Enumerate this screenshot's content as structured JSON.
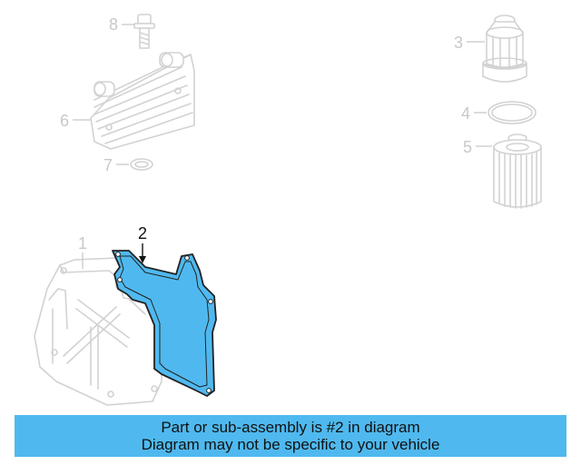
{
  "diagram": {
    "callouts": {
      "c1": "1",
      "c2": "2",
      "c3": "3",
      "c4": "4",
      "c5": "5",
      "c6": "6",
      "c7": "7",
      "c8": "8"
    },
    "highlighted_part": "2",
    "highlight_color": "#4fb9ef",
    "ghost_color": "#d2d2d2"
  },
  "banner": {
    "line1": "Part or sub-assembly is #2 in diagram",
    "line2": "Diagram may not be specific to your vehicle",
    "background": "#4fb9ef"
  }
}
